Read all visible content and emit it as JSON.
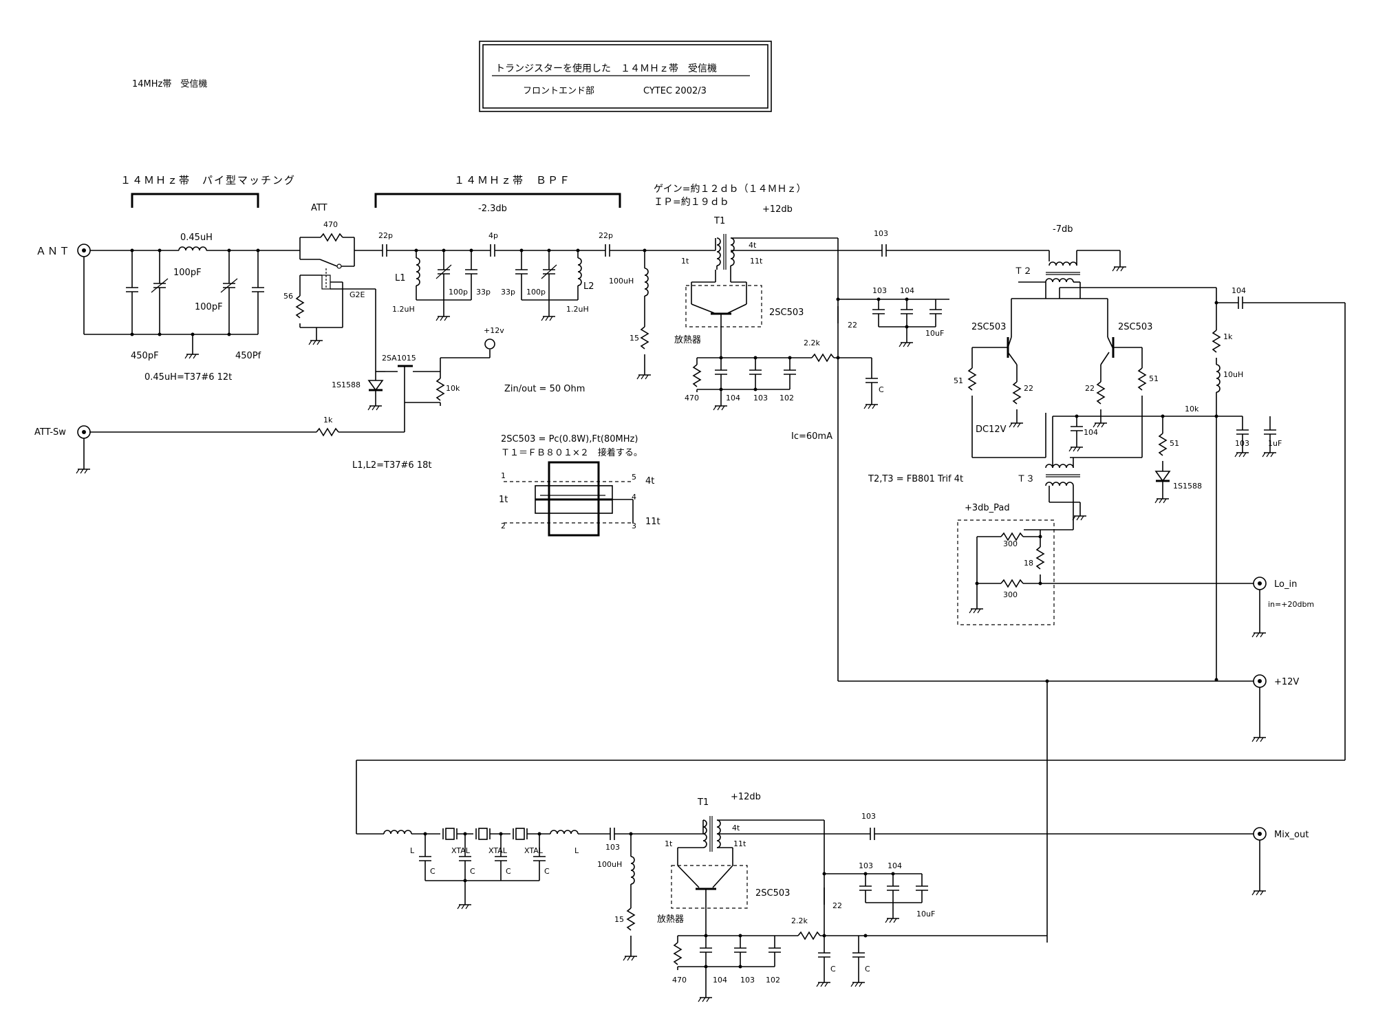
{
  "page_label": "14MHz帯　受信機",
  "title_box": {
    "line1": "トランジスターを使用した　１４ＭＨｚ帯　受信機",
    "line2_left": "フロントエンド部",
    "line2_right": "CYTEC 2002/3"
  },
  "sections": {
    "pi_match": "１４ＭＨｚ帯　パイ型マッチング",
    "bpf": "１４ＭＨｚ帯　ＢＰＦ",
    "bpf_loss": "-2.3db",
    "gain": "ゲイン=約１２ｄｂ（１４ＭＨｚ）",
    "ip": "ＩＰ=約１９ｄｂ",
    "att": "ATT"
  },
  "ports": {
    "ant": "ＡＮＴ",
    "att_sw": "ATT-Sw",
    "lo_in": "Lo_in",
    "lo_level": "in=+20dbm",
    "plus12v": "+12V",
    "mix_out": "Mix_out",
    "v12_small": "+12v"
  },
  "notes": {
    "coil1": "0.45uH=T37#6 12t",
    "zinout": "Zin/out = 50 Ohm",
    "transistor": "2SC503 = Pc(0.8W),Ft(80MHz)",
    "t1": "Ｔ１＝ＦＢ８０１×２　接着する。",
    "l1l2": "L1,L2=T37#6 18t",
    "ic": "Ic=60mA",
    "t2t3": "T2,T3 = FB801 Trif 4t",
    "dc12v": "DC12V",
    "pad": "+3db_Pad",
    "mixer_loss": "-7db"
  },
  "labels": {
    "l045": "0.45uH",
    "c100a": "100pF",
    "c100b": "100pF",
    "c450a": "450pF",
    "c450b": "450Pf",
    "r470": "470",
    "r56": "56",
    "g2e": "G2E",
    "d1s1588": "1S1588",
    "q2sa1015": "2SA1015",
    "r10k": "10k",
    "r1k": "1k",
    "c22p_a": "22p",
    "c4p": "4p",
    "c22p_b": "22p",
    "l1": "L1",
    "l2": "L2",
    "l1_val": "1.2uH",
    "l2_val": "1.2uH",
    "c100p_a": "100p",
    "c33p_a": "33p",
    "c33p_b": "33p",
    "c100p_b": "100p",
    "l100uh": "100uH",
    "r15": "15",
    "t1": "T1",
    "t1_4t": "4t",
    "t1_1t": "1t",
    "t1_11t": "11t",
    "q_2sc503": "2SC503",
    "heatsink": "放熱器",
    "gain12": "+12db",
    "r2_2k": "2.2k",
    "r22": "22",
    "c103": "103",
    "c104": "104",
    "c10uf": "10uF",
    "c102": "102",
    "cc": "C",
    "t2": "Ｔ２",
    "t3": "Ｔ３",
    "q2sc503_l": "2SC503",
    "q2sc503_r": "2SC503",
    "r51": "51",
    "r1k_b": "1k",
    "l10uh": "10uH",
    "r10k_b": "10k",
    "c1uf": "1uF",
    "r300": "300",
    "r18": "18",
    "t1_pin1": "1",
    "t1_pin2": "2",
    "t1_pin3": "3",
    "t1_pin4": "4",
    "t1_pin5": "5",
    "xtal": "XTAL",
    "l_small": "L"
  }
}
